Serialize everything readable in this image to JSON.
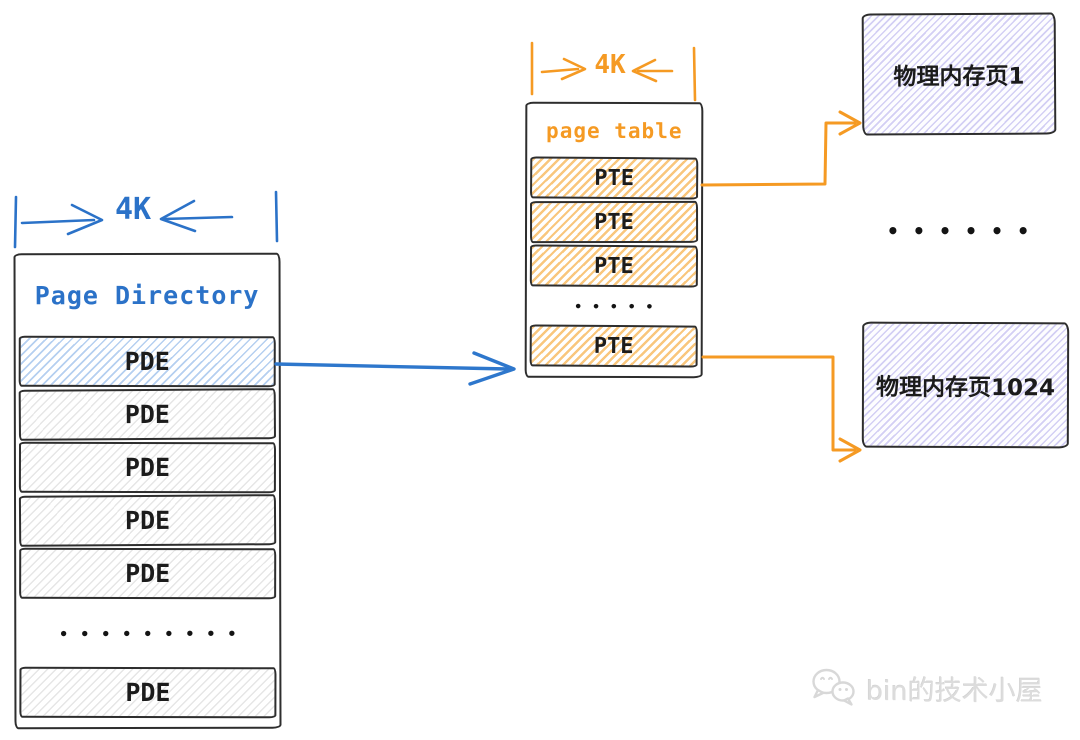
{
  "palette": {
    "blue": "#2b72c8",
    "orange": "#f59a23",
    "ink": "#2e2e2e",
    "blue_hatch": "#a9c9ee",
    "gray_hatch": "#dedede",
    "orange_hatch": "#f6b964",
    "purple_hatch": "#beb7ec",
    "watermark_gray": "#dcdcdc"
  },
  "page_directory": {
    "size_label": "4K",
    "title": "Page Directory",
    "rows": [
      {
        "label": "PDE",
        "style": "highlighted"
      },
      {
        "label": "PDE",
        "style": "normal"
      },
      {
        "label": "PDE",
        "style": "normal"
      },
      {
        "label": "PDE",
        "style": "normal"
      },
      {
        "label": "PDE",
        "style": "normal"
      },
      {
        "label": "•••••••••",
        "style": "dots"
      },
      {
        "label": "PDE",
        "style": "normal"
      }
    ]
  },
  "page_table": {
    "size_label": "4K",
    "title": "page table",
    "rows": [
      {
        "label": "PTE",
        "style": "entry"
      },
      {
        "label": "PTE",
        "style": "entry"
      },
      {
        "label": "PTE",
        "style": "entry"
      },
      {
        "label": "•••••",
        "style": "dots"
      },
      {
        "label": "PTE",
        "style": "entry"
      }
    ]
  },
  "physical_memory": {
    "page_first": "物理内存页1",
    "ellipsis": "••••••",
    "page_last": "物理内存页1024"
  },
  "watermark": {
    "label": "bin的技术小屋"
  }
}
